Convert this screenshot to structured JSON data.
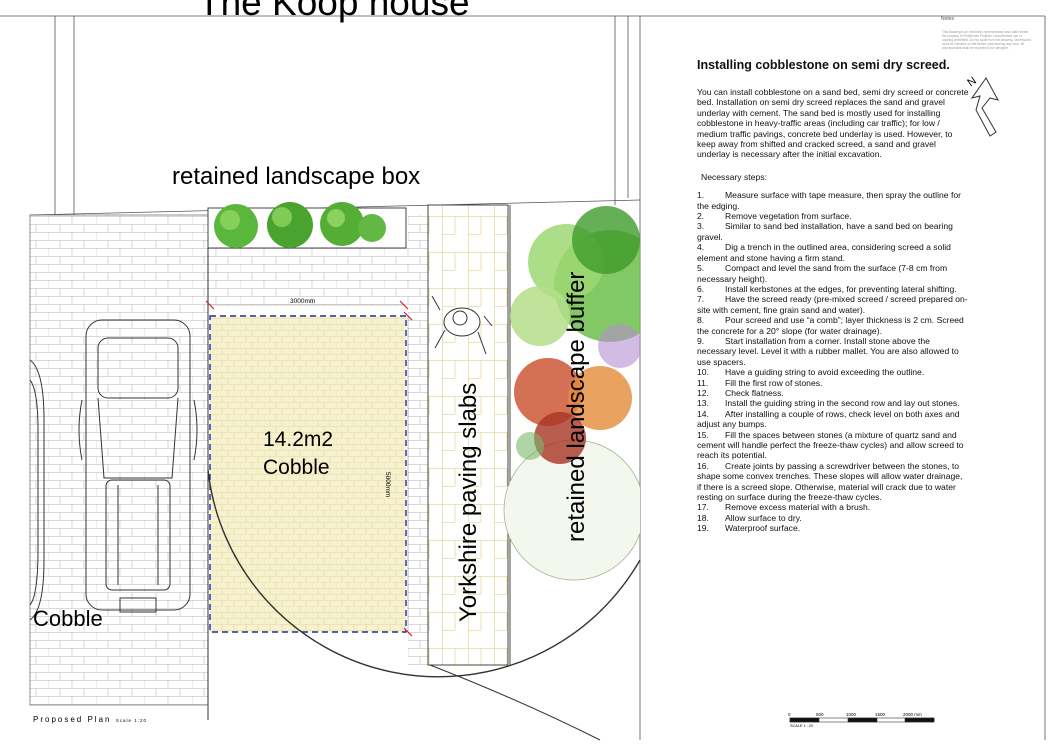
{
  "header": {
    "title": "The Koop house"
  },
  "labels": {
    "landscape_box": "retained landscape box",
    "paving": "Yorkshire paving slabs",
    "buffer": "retained landscape buffer",
    "area": "14.2m2",
    "area_material": "Cobble",
    "left_material": "Cobble",
    "dim_width": "3000mm",
    "dim_height": "5000mm"
  },
  "footer": {
    "plan_title": "Proposed Plan",
    "plan_scale": "Scale 1:20",
    "scale_bar": [
      "0",
      "500",
      "1000",
      "1500",
      "2000 mm"
    ],
    "scale_note": "SCALE 1 : 20"
  },
  "sidebar": {
    "notes_label": "Notes",
    "legal": "This Drawing is an electronic representation and shall remain the property of Fieldhouse Projects. Unauthorised use or copying prohibited. Do not scale from this drawing. Dimensions must be checked on site before commencing any work. All discrepancies shall be reported to the designer."
  },
  "notes": {
    "title": "Installing cobblestone on semi dry screed.",
    "intro": "You can install cobblestone on a sand bed, semi dry screed or concrete bed. Installation on semi dry screed replaces the sand and gravel underlay with cement. The sand bed is mostly used for installing cobblestone in heavy-traffic areas (including car traffic); for low / medium traffic pavings, concrete bed underlay is used. However, to keep away from shifted and cracked screed, a sand and gravel underlay is necessary after the initial excavation.",
    "steps_title": "Necessary steps:",
    "steps": [
      {
        "n": "1.",
        "t": "Measure surface with tape measure, then spray the outline for the edging."
      },
      {
        "n": "2.",
        "t": "Remove vegetation from surface."
      },
      {
        "n": "3.",
        "t": "Similar to sand bed installation, have a sand bed on bearing gravel."
      },
      {
        "n": "4.",
        "t": "Dig a trench in the outlined area, considering screed a solid element and stone having a firm stand."
      },
      {
        "n": "5.",
        "t": "Compact and level the sand from the surface (7-8 cm from necessary height)."
      },
      {
        "n": "6.",
        "t": "Install kerbstones at the edges, for preventing lateral shifting."
      },
      {
        "n": "7.",
        "t": "Have the screed ready (pre-mixed screed / screed prepared on-site with cement, fine grain sand and water)."
      },
      {
        "n": "8.",
        "t": "Pour screed and use “a comb”; layer thickness is 2 cm. Screed the concrete for a 20° slope (for water drainage)."
      },
      {
        "n": "9.",
        "t": "Start installation from a corner. Install stone above the necessary level. Level it with a rubber mallet. You are also allowed to use spacers."
      },
      {
        "n": "10.",
        "t": "Have a guiding string to avoid exceeding the outline."
      },
      {
        "n": "11.",
        "t": "Fill the first row of stones."
      },
      {
        "n": "12.",
        "t": "Check flatness."
      },
      {
        "n": "13.",
        "t": "Install the guiding string in the second row and lay out stones."
      },
      {
        "n": "14.",
        "t": "After installing a couple of rows, check level on both axes and adjust any bumps."
      },
      {
        "n": "15.",
        "t": "Fill the spaces between stones (a mixture of quartz sand and cement will handle perfect the freeze-thaw cycles) and allow screed to reach its potential."
      },
      {
        "n": "16.",
        "t": "Create joints by passing a screwdriver between the stones, to shape some convex trenches. These slopes will allow water drainage, if there is a screed slope. Otherwise, material will crack due to water resting on surface during the freeze-thaw cycles."
      },
      {
        "n": "17.",
        "t": "Remove excess material with a brush."
      },
      {
        "n": "18.",
        "t": "Allow surface to dry."
      },
      {
        "n": "19.",
        "t": "Waterproof surface."
      }
    ]
  },
  "compass": {
    "label": "N"
  },
  "colors": {
    "brick_line": "#c8c8c8",
    "cobble_fill": "#f6f1cf",
    "slab_line": "#e2d79a",
    "dim_red": "#d42020",
    "boundary_blue": "#1d2fa0",
    "hedge": "#3fa52c"
  }
}
